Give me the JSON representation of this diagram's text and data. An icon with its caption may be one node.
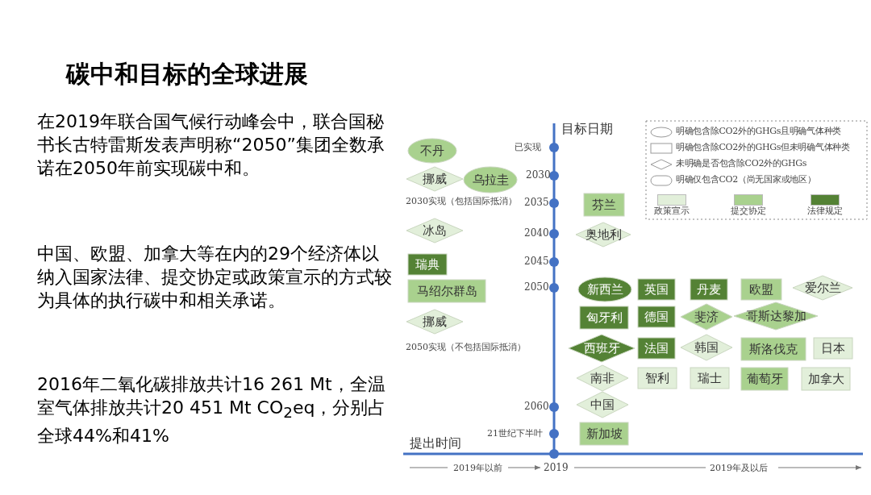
{
  "diagram": {
    "title": "碳中和目标的全球进展",
    "nodes": [
      {
        "text": [
          "不丹"
        ]
      },
      {
        "text": [
          "挪威"
        ]
      },
      {
        "text": [
          "乌拉圭"
        ]
      },
      {
        "text": [
          "冰岛"
        ]
      },
      {
        "text": [
          "瑞典"
        ]
      },
      {
        "text": [
          "马绍尔群岛"
        ]
      },
      {
        "text": [
          "挪威"
        ]
      },
      {
        "text": [
          "芬兰"
        ]
      },
      {
        "text": [
          "奥地利"
        ]
      },
      {
        "text": [
          "新西兰"
        ]
      },
      {
        "text": [
          "英国"
        ]
      },
      {
        "text": [
          "丹麦"
        ]
      },
      {
        "text": [
          "欧盟"
        ]
      },
      {
        "text": [
          "爱尔兰"
        ]
      },
      {
        "text": [
          "匈牙利"
        ]
      },
      {
        "text": [
          "德国"
        ]
      },
      {
        "text": [
          "斐济"
        ]
      },
      {
        "text": [
          "哥斯达黎加"
        ]
      },
      {
        "text": [
          "西班牙"
        ]
      },
      {
        "text": [
          "法国"
        ]
      },
      {
        "text": [
          "韩国"
        ]
      },
      {
        "text": [
          "斯洛伐克"
        ]
      },
      {
        "text": [
          "日本"
        ]
      },
      {
        "text": [
          "南非"
        ]
      },
      {
        "text": [
          "智利"
        ]
      },
      {
        "text": [
          "瑞士"
        ]
      },
      {
        "text": [
          "葡萄牙"
        ]
      },
      {
        "text": [
          "加拿大"
        ]
      },
      {
        "text": [
          "中国"
        ]
      },
      {
        "text": [
          "新加坡"
        ]
      }
    ],
    "labels": [
      "在2019年联合国气候行动峰会中，联合国秘书长古特雷斯发表声明称“2050”集团全数承诺在2050年前实现碳中和。",
      "中国、欧盟、加拿大等在内的29个经济体以纳入国家法律、提交协定或政策宣示的方式较为具体的执行碳中和相关承诺。",
      "2016年二氧化碳排放共计16 261 Mt，全温室气体排放共计20 451 Mt CO$_{2}$eq，分别占全球44%和41%",
      "目标日期",
      "已实现",
      "2030",
      "2030实现（包括国际抵消）",
      "2035",
      "2040",
      "2045",
      "2050",
      "2050实现（不包括国际抵消）",
      "2060",
      "21世纪下半叶",
      "提出时间",
      "2019年以前",
      "2019",
      "2019年及以后"
    ],
    "legend": [
      {
        "text": "明确包含除CO2外的GHGs且明确气体种类"
      },
      {
        "text": "明确包含除CO2外的GHGs但未明确气体种类"
      },
      {
        "text": "未明确是否包含除CO2外的GHGs"
      },
      {
        "text": "明确仅包含CO2（尚无国家或地区）"
      },
      {
        "text": "政策宣示",
        "color": "#e2efda"
      },
      {
        "text": "提交协定",
        "color": "#a9d18e"
      },
      {
        "text": "法律规定",
        "color": "#548235"
      }
    ]
  }
}
